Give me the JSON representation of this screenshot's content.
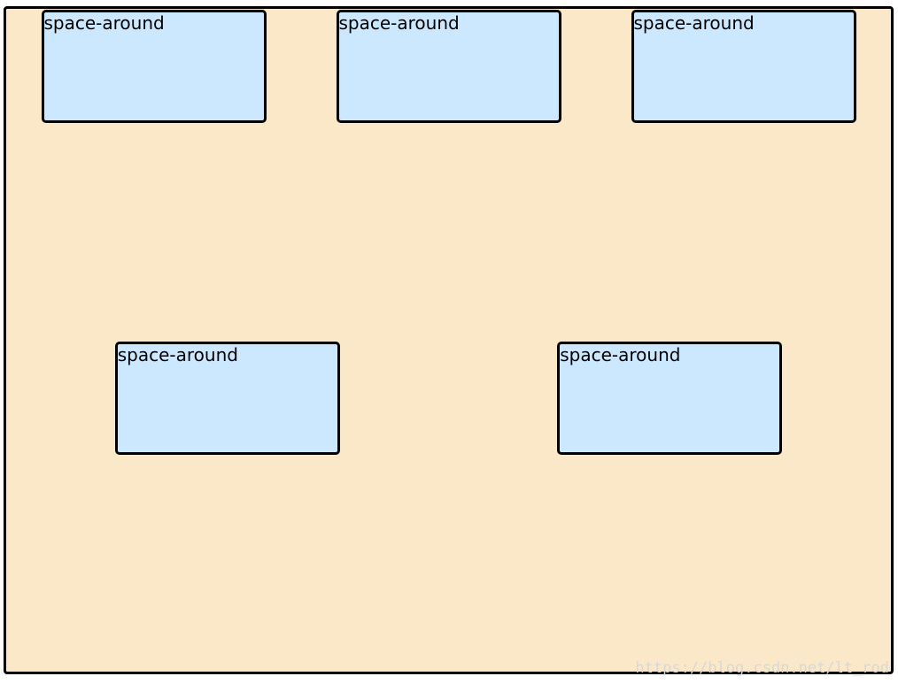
{
  "container": {
    "rows": [
      {
        "items": [
          {
            "label": "space-around"
          },
          {
            "label": "space-around"
          },
          {
            "label": "space-around"
          }
        ]
      },
      {
        "items": [
          {
            "label": "space-around"
          },
          {
            "label": "space-around"
          }
        ]
      }
    ]
  },
  "watermark": {
    "text": "https://blog.csdn.net/lt_rod"
  },
  "colors": {
    "container_bg": "#fae8c8",
    "box_bg": "#cce8ff",
    "border": "#000000"
  }
}
